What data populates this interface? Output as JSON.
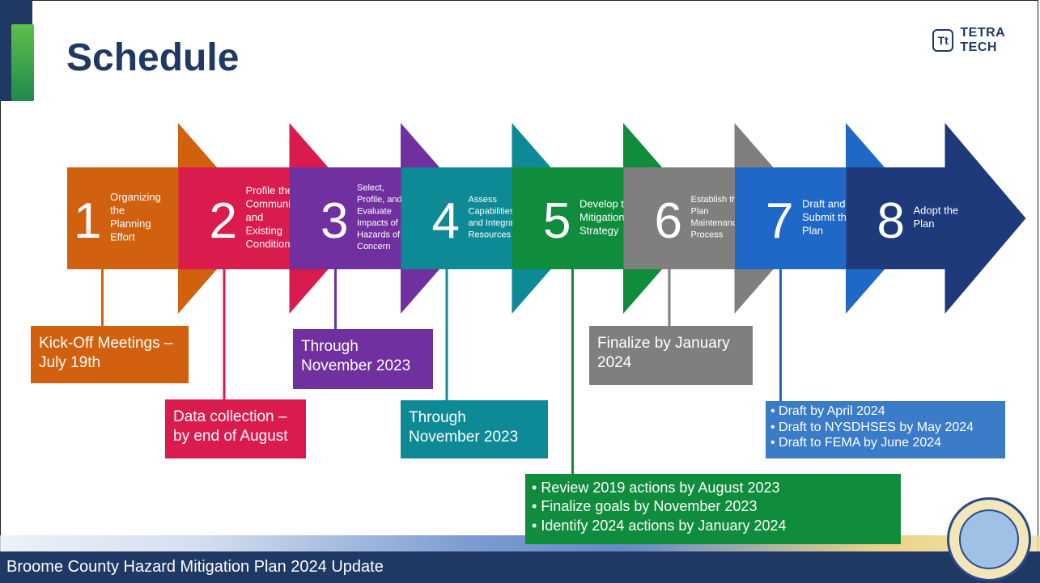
{
  "slide": {
    "title": "Schedule",
    "footer": "Broome County Hazard Mitigation Plan 2024 Update",
    "logo_text": "TETRA TECH",
    "logo_mark": "Tt"
  },
  "steps": [
    {
      "number": "1",
      "label": "Organizing the Planning Effort",
      "color": "#d1600f"
    },
    {
      "number": "2",
      "label": "Profile the Community and Existing Conditions",
      "color": "#d91b4e"
    },
    {
      "number": "3",
      "label": "Select, Profile, and Evaluate Impacts of Hazards of Concern",
      "color": "#7030a0"
    },
    {
      "number": "4",
      "label": "Assess Capabilities and Integrate Resources",
      "color": "#0e8a96"
    },
    {
      "number": "5",
      "label": "Develop the Mitigation Strategy",
      "color": "#0f8c3c"
    },
    {
      "number": "6",
      "label": "Establish the Plan Maintenance Process",
      "color": "#7f7f7f"
    },
    {
      "number": "7",
      "label": "Draft and Submit the Plan",
      "color": "#2068c8"
    },
    {
      "number": "8",
      "label": "Adopt the Plan",
      "color": "#1f3a7a"
    }
  ],
  "callouts": {
    "c1": "Kick-Off Meetings – July 19th",
    "c2": "Data collection – by end of August",
    "c3": "Through November 2023",
    "c4": "Through November 2023",
    "c5": [
      "Review 2019 actions by August 2023",
      "Finalize goals by November 2023",
      "Identify 2024 actions by January 2024"
    ],
    "c6": "Finalize by January 2024",
    "c7": [
      "Draft by April 2024",
      "Draft to NYSDHSES by May 2024",
      "Draft to FEMA by June 2024"
    ]
  }
}
